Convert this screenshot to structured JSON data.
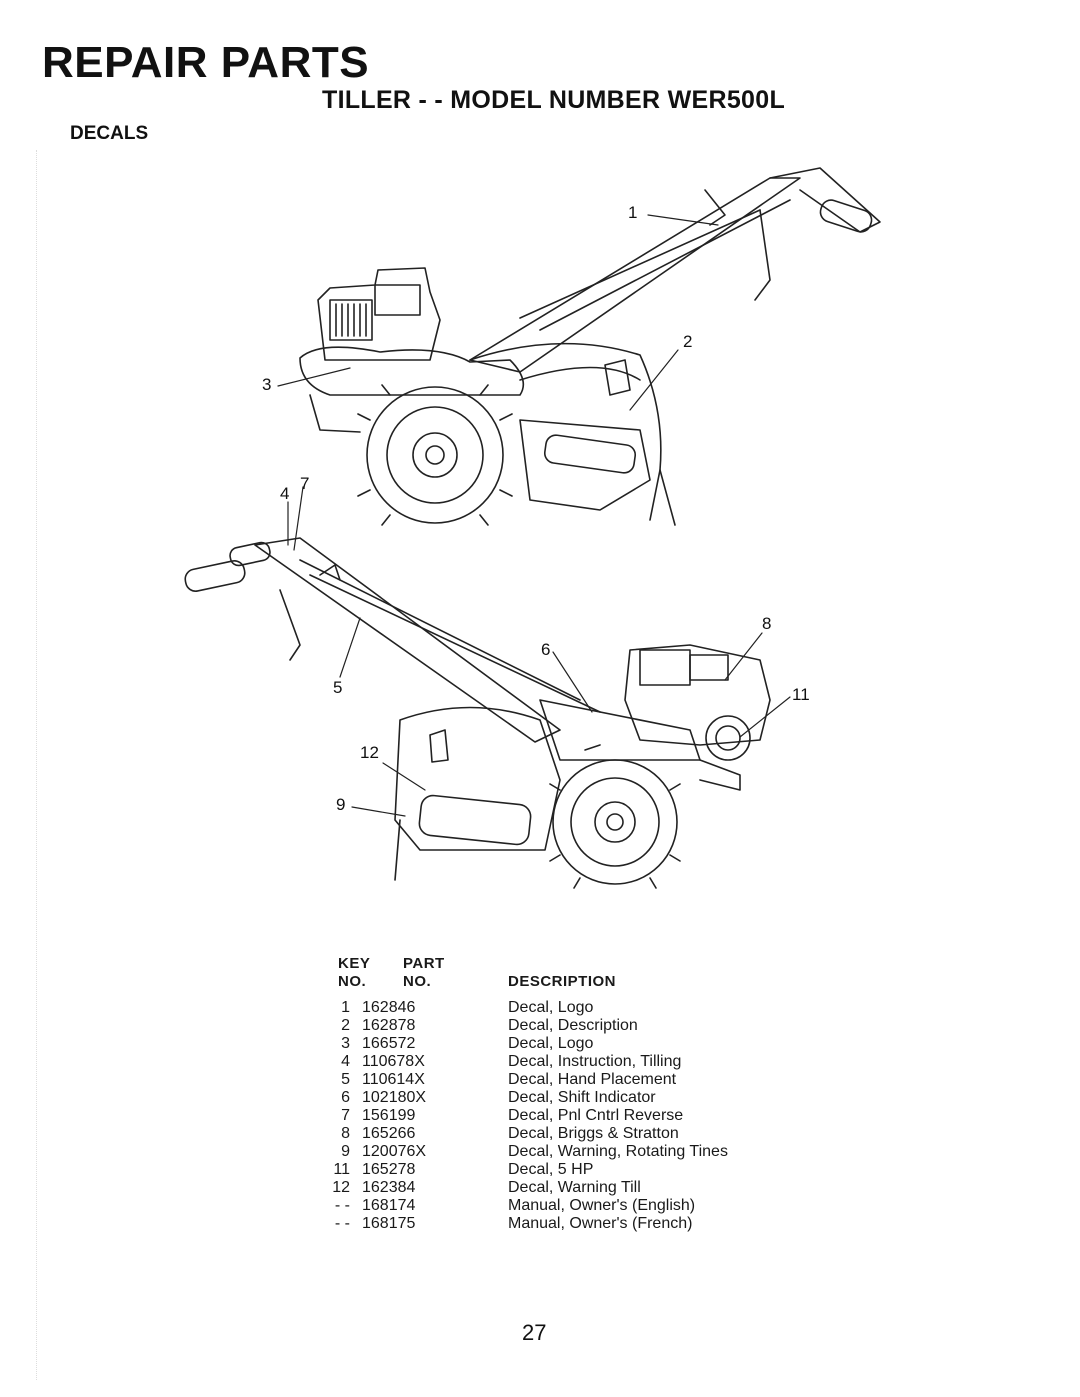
{
  "header": {
    "title": "REPAIR PARTS",
    "subtitle": "TILLER - - MODEL NUMBER WER500L",
    "section": "DECALS"
  },
  "callouts": [
    "1",
    "2",
    "3",
    "4",
    "7",
    "8",
    "6",
    "11",
    "5",
    "12",
    "9"
  ],
  "parts_list": {
    "col_key_line1": "KEY",
    "col_key_line2": "NO.",
    "col_part_line1": "PART",
    "col_part_line2": "NO.",
    "col_desc": "DESCRIPTION",
    "rows": [
      {
        "key": "1",
        "part": "162846",
        "desc": "Decal, Logo"
      },
      {
        "key": "2",
        "part": "162878",
        "desc": "Decal, Description"
      },
      {
        "key": "3",
        "part": "166572",
        "desc": "Decal, Logo"
      },
      {
        "key": "4",
        "part": "110678X",
        "desc": "Decal, Instruction, Tilling"
      },
      {
        "key": "5",
        "part": "110614X",
        "desc": "Decal, Hand Placement"
      },
      {
        "key": "6",
        "part": "102180X",
        "desc": "Decal, Shift Indicator"
      },
      {
        "key": "7",
        "part": "156199",
        "desc": "Decal, Pnl Cntrl Reverse"
      },
      {
        "key": "8",
        "part": "165266",
        "desc": "Decal, Briggs & Stratton"
      },
      {
        "key": "9",
        "part": "120076X",
        "desc": "Decal, Warning, Rotating Tines"
      },
      {
        "key": "11",
        "part": "165278",
        "desc": "Decal, 5 HP"
      },
      {
        "key": "12",
        "part": "162384",
        "desc": "Decal, Warning Till"
      },
      {
        "key": "- -",
        "part": "168174",
        "desc": "Manual, Owner's (English)"
      },
      {
        "key": "- -",
        "part": "168175",
        "desc": "Manual, Owner's (French)"
      }
    ]
  },
  "page_number": "27"
}
